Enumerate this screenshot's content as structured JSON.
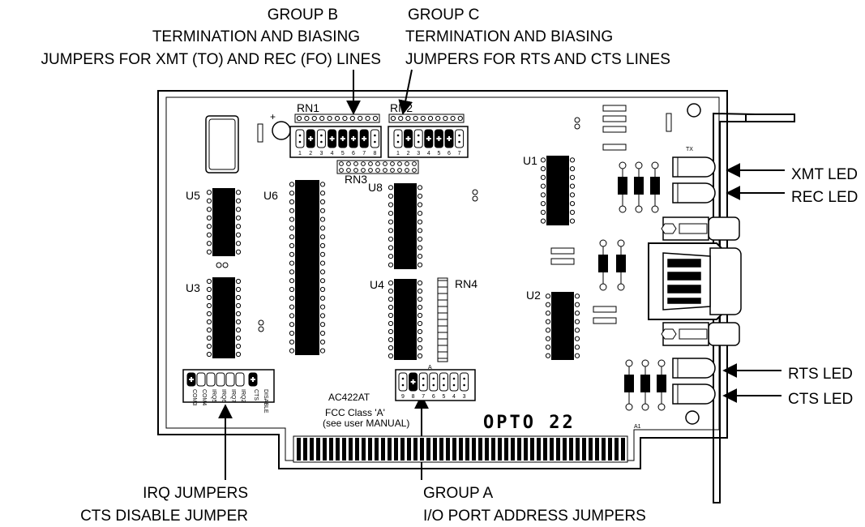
{
  "callouts": {
    "group_b": {
      "line1": "GROUP B",
      "line2": "TERMINATION AND BIASING",
      "line3": "JUMPERS FOR XMT (TO) AND REC (FO) LINES"
    },
    "group_c": {
      "line1": "GROUP C",
      "line2": "TERMINATION AND BIASING",
      "line3": "JUMPERS FOR RTS AND CTS LINES"
    },
    "group_a": {
      "line1": "GROUP A",
      "line2": "I/O PORT ADDRESS JUMPERS"
    },
    "irq": {
      "line1": "IRQ JUMPERS",
      "line2": "CTS DISABLE JUMPER"
    },
    "xmt_led": "XMT  LED",
    "rec_led": "REC LED",
    "rts_led": "RTS LED",
    "cts_led": "CTS LED"
  },
  "board": {
    "components": {
      "rn1": "RN1",
      "rn2": "RN2",
      "rn3": "RN3",
      "rn4": "RN4",
      "u1": "U1",
      "u2": "U2",
      "u3": "U3",
      "u4": "U4",
      "u5": "U5",
      "u6": "U6",
      "u8": "U8",
      "plus": "+",
      "tx": "TX",
      "a1": "A1",
      "a_marker": "A"
    },
    "model": "AC422AT",
    "fcc_line1": "FCC Class 'A'",
    "fcc_line2": "(see user MANUAL)",
    "brand": "OPTO 22",
    "group_b_pins": [
      "1",
      "2",
      "3",
      "4",
      "5",
      "6",
      "7",
      "8"
    ],
    "group_c_pins": [
      "1",
      "2",
      "3",
      "4",
      "5",
      "6",
      "7"
    ],
    "group_a_pins": [
      "9",
      "8",
      "7",
      "6",
      "5",
      "4",
      "3"
    ],
    "irq_labels": [
      "COM3",
      "COM4",
      "IRQ5",
      "IRQ6",
      "IRQ7",
      "IRQ2",
      "CTS",
      "DISABLE"
    ]
  }
}
